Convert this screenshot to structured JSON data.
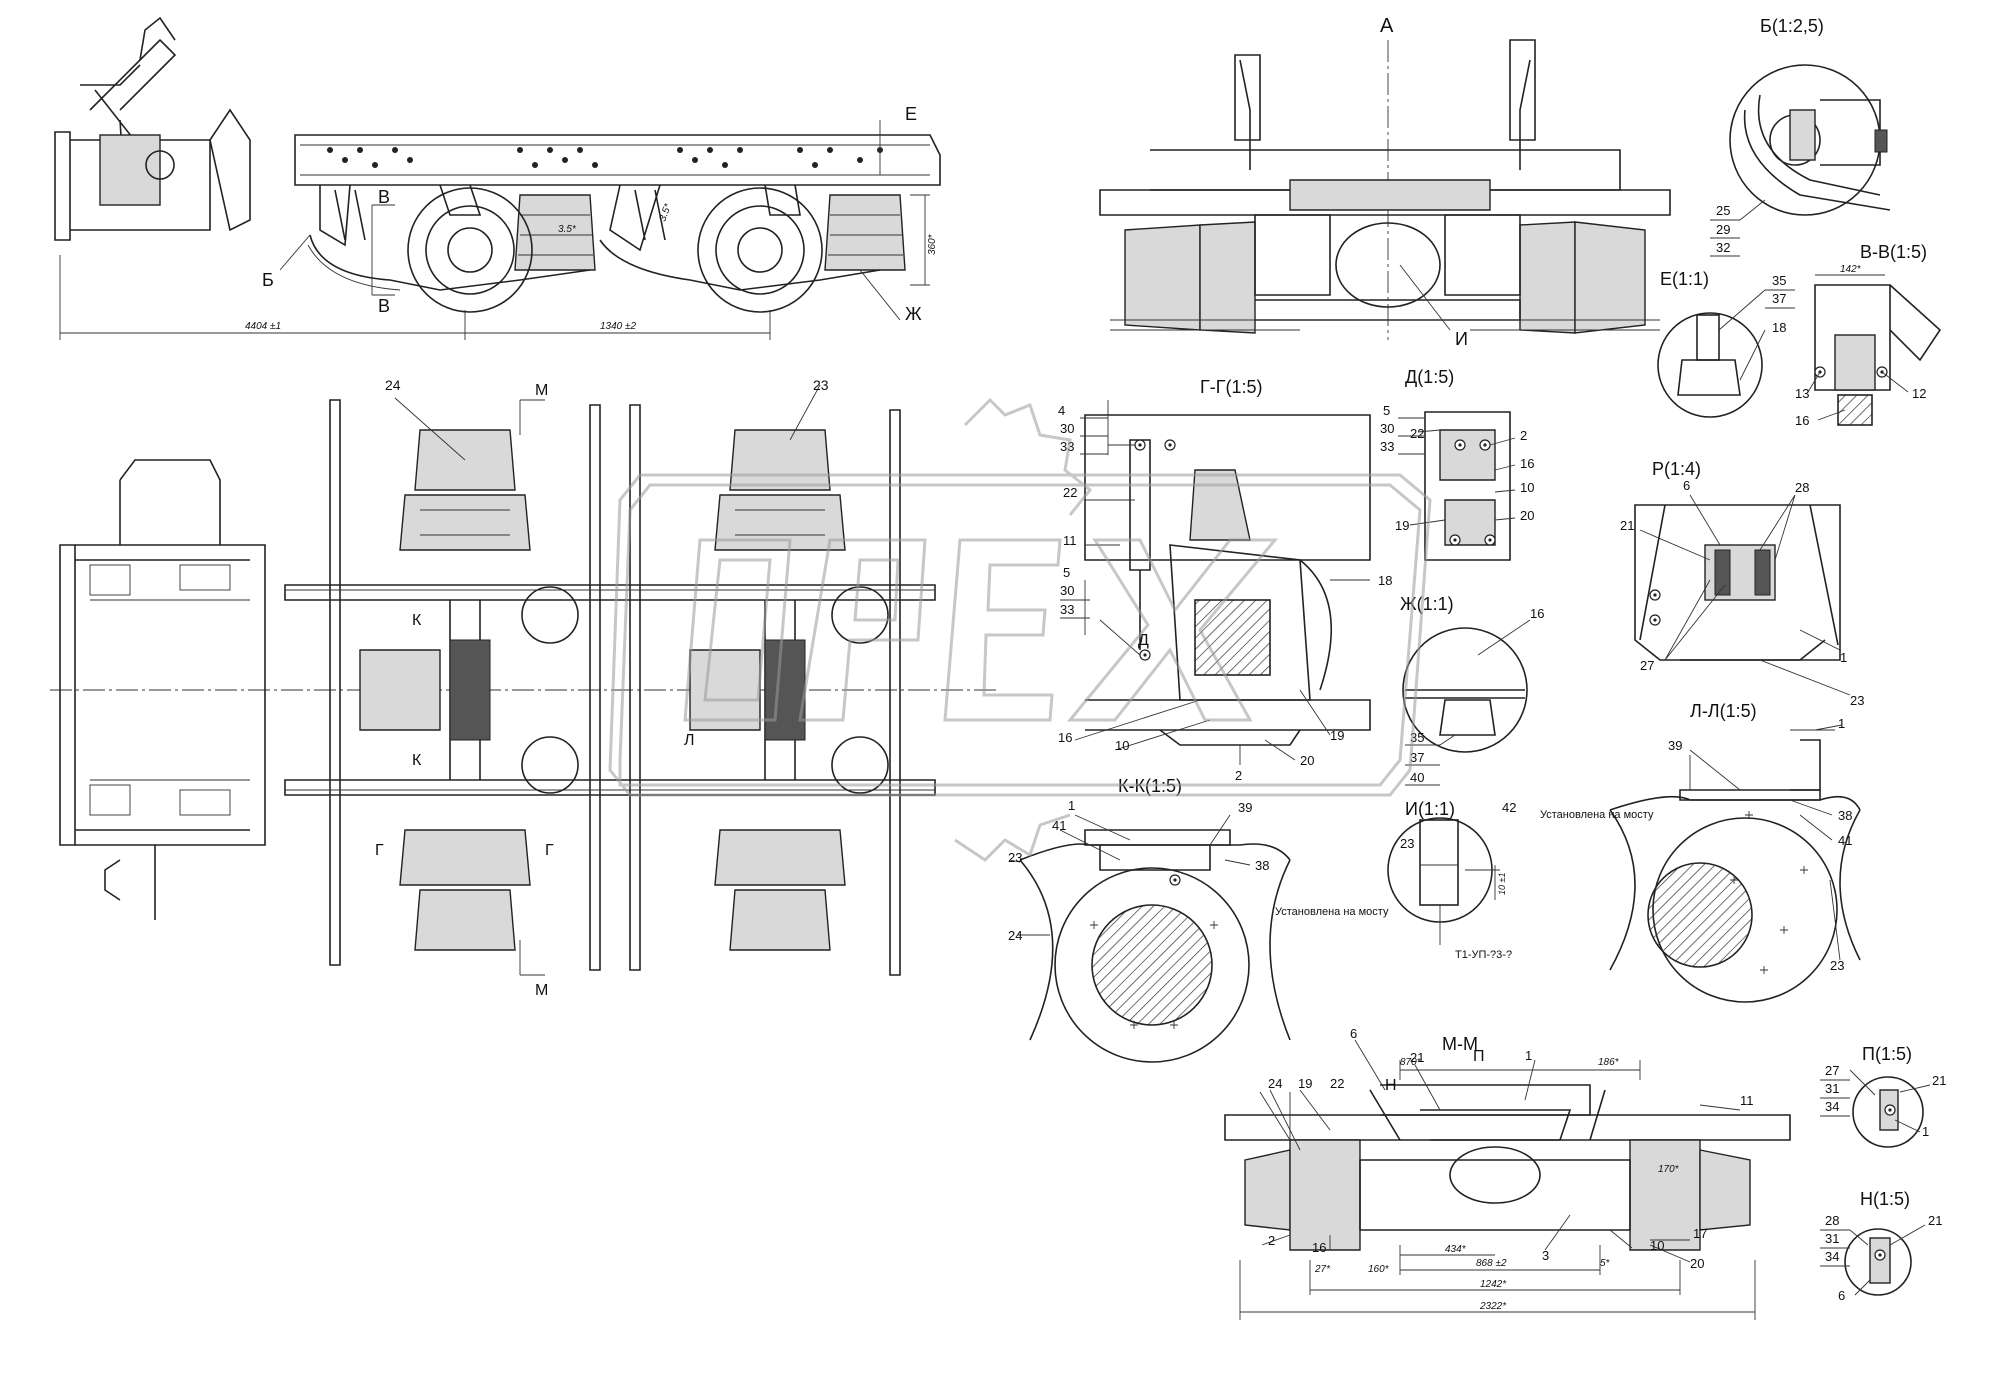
{
  "views": {
    "A": "А",
    "B_detail": "Б(1:2,5)",
    "V_section": "В-В(1:5)",
    "E_detail": "Е(1:1)",
    "G_section": "Г-Г(1:5)",
    "D_detail": "Д(1:5)",
    "R_detail": "Р(1:4)",
    "Zh_detail": "Ж(1:1)",
    "L_section": "Л-Л(1:5)",
    "K_section": "К-К(1:5)",
    "I_detail": "И(1:1)",
    "M_section": "М-М",
    "P_detail": "П(1:5)",
    "N_detail": "Н(1:5)"
  },
  "markers": {
    "B": "Б",
    "V": "В",
    "E": "Е",
    "Zh": "Ж",
    "I": "И",
    "M": "М",
    "K": "К",
    "G": "Г",
    "L": "Л",
    "D": "Д",
    "N": "Н",
    "P": "П"
  },
  "dimensions": {
    "d4404": "4404 ±1",
    "d1340": "1340 ±2",
    "d360": "360*",
    "d35a": "3.5*",
    "d35b": "3.5*",
    "d142": "142*",
    "d870": "870*",
    "d186": "186*",
    "d170": "170*",
    "d27": "27*",
    "d160": "160*",
    "d434": "434*",
    "d868": "868 ±2",
    "d5": "5*",
    "d1242": "1242*",
    "d2322": "2322*",
    "d10": "10 ±1"
  },
  "notes": {
    "mounted1": "Установлена на мосту",
    "mounted2": "Установлена на мосту",
    "code": "Т1-УП-?3-?"
  },
  "callouts": {
    "n24": "24",
    "n23": "23",
    "b25": "25",
    "b29": "29",
    "b32": "32",
    "v35": "35",
    "v37": "37",
    "v18": "18",
    "v13": "13",
    "v16": "16",
    "v12": "12",
    "g4": "4",
    "g30": "30",
    "g33": "33",
    "g22": "22",
    "g11": "11",
    "g5": "5",
    "g30b": "30",
    "g33b": "33",
    "g16": "16",
    "g10": "10",
    "g2": "2",
    "g20": "20",
    "g19": "19",
    "g18": "18",
    "d22": "22",
    "d5": "5",
    "d30": "30",
    "d33": "33",
    "d2": "2",
    "d16": "16",
    "d10": "10",
    "d20": "20",
    "d19": "19",
    "r6": "6",
    "r28": "28",
    "r21": "21",
    "r27": "27",
    "r1": "1",
    "r23": "23",
    "zh16": "16",
    "zh35": "35",
    "zh37": "37",
    "zh40": "40",
    "l39": "39",
    "l1": "1",
    "l38": "38",
    "l41": "41",
    "l23": "23",
    "k1": "1",
    "k41": "41",
    "k39": "39",
    "k38": "38",
    "k23": "23",
    "k24": "24",
    "i23": "23",
    "i42": "42",
    "m6": "6",
    "m21": "21",
    "m1": "1",
    "m24": "24",
    "m19": "19",
    "m22": "22",
    "m11": "11",
    "m2": "2",
    "m16": "16",
    "m3": "3",
    "m10": "10",
    "m17": "17",
    "m20": "20",
    "p27": "27",
    "p31": "31",
    "p34": "34",
    "p21": "21",
    "p1": "1",
    "n28": "28",
    "n31": "31",
    "n34": "34",
    "n21": "21",
    "n6": "6"
  }
}
